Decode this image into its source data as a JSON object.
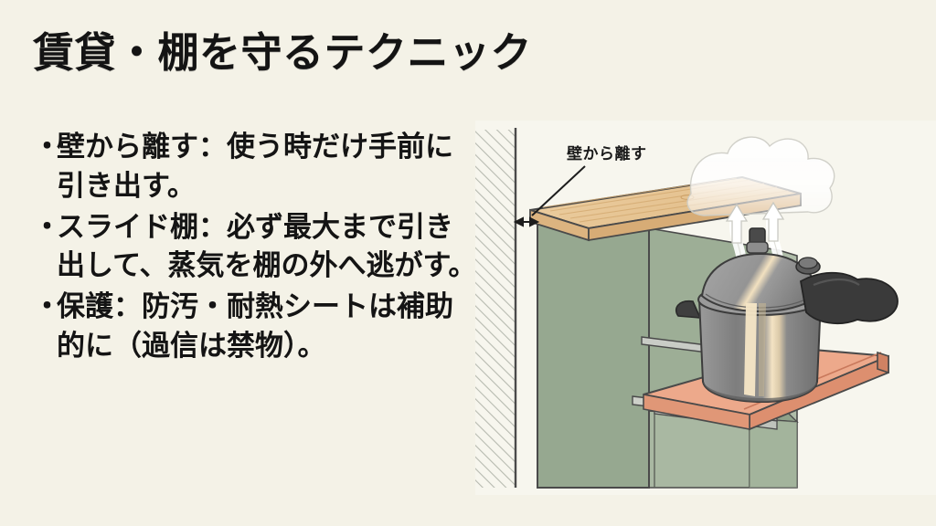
{
  "slide": {
    "background_color": "#f4f2e7",
    "title": "賃貸・棚を守るテクニック",
    "bullet_marker": "・",
    "bullets": [
      {
        "text": "壁から離す：使う時だけ手前に引き出す。"
      },
      {
        "text": "スライド棚：必ず最大まで引き出して、蒸気を棚の外へ逃がす。"
      },
      {
        "text": "保護：防汚・耐熱シートは補助的に（過信は禁物）。"
      }
    ]
  },
  "illustration": {
    "annotation_label": "壁から離す",
    "elements": {
      "wall": "hatched-wall",
      "cabinet": "green-cabinet",
      "counter_top": "wood-counter-top",
      "slide_shelf": "salmon-slide-out-shelf",
      "slide_rails": "metal-drawer-rails",
      "pot": "pressure-cooker",
      "steam": "steam-plume-with-up-arrows"
    },
    "colors": {
      "background": "#f7f6ee",
      "wall_hatch": "#b4b7ab",
      "cabinet_front": "#96a890",
      "cabinet_side": "#aebba7",
      "cabinet_interior": "#8fa189",
      "counter_wood": "#e7c697",
      "counter_wood_edge": "#d6ad77",
      "shelf_salmon": "#eda98b",
      "shelf_salmon_edge": "#d98c6d",
      "rail_metal": "#c9ccc6",
      "pot_body": "#8a8a8a",
      "pot_lid": "#9b9b9b",
      "pot_handle": "#3a3a3a",
      "pot_highlight": "#f3e0bd",
      "steam": "#ffffff",
      "outline": "#3c3c3c"
    }
  }
}
